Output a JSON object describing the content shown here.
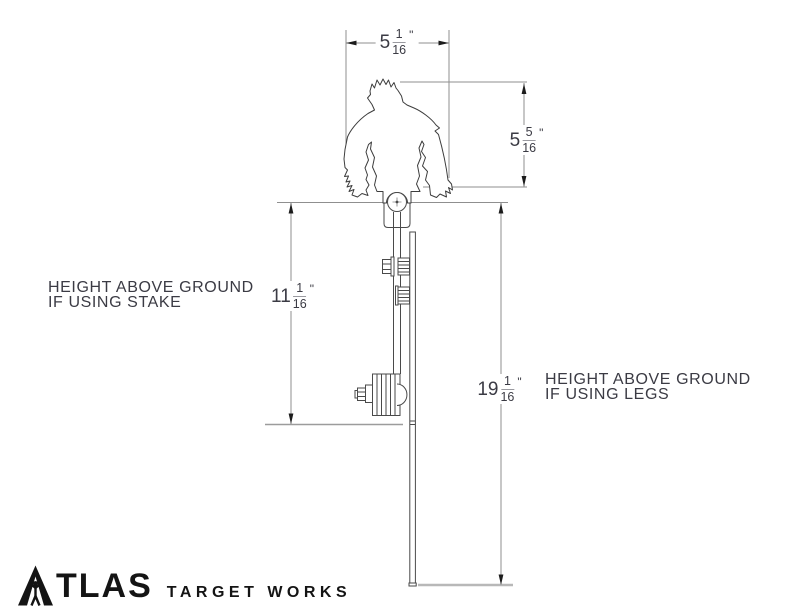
{
  "drawing": {
    "dims": {
      "width": {
        "whole": "5",
        "num": "1",
        "den": "16",
        "unit": "\""
      },
      "target_height": {
        "whole": "5",
        "num": "5",
        "den": "16",
        "unit": "\""
      },
      "stake_height": {
        "whole": "11",
        "num": "1",
        "den": "16",
        "unit": "\""
      },
      "legs_height": {
        "whole": "19",
        "num": "1",
        "den": "16",
        "unit": "\""
      }
    },
    "notes": {
      "stake": {
        "line1": "HEIGHT ABOVE GROUND",
        "line2": "IF USING STAKE"
      },
      "legs": {
        "line1": "HEIGHT ABOVE GROUND",
        "line2": "IF USING LEGS"
      }
    }
  },
  "logo": {
    "brand": "ATLAS",
    "brand_rest": "TLAS",
    "tagline": "TARGET WORKS"
  },
  "colors": {
    "outline": "#3d3d3d",
    "hardware": "#4a4a4a",
    "dimension": "#8f8f8f",
    "ground": "#a8a8a8",
    "arrow": "#1c1c1c",
    "text": "#3b3b44",
    "logo": "#141414"
  }
}
